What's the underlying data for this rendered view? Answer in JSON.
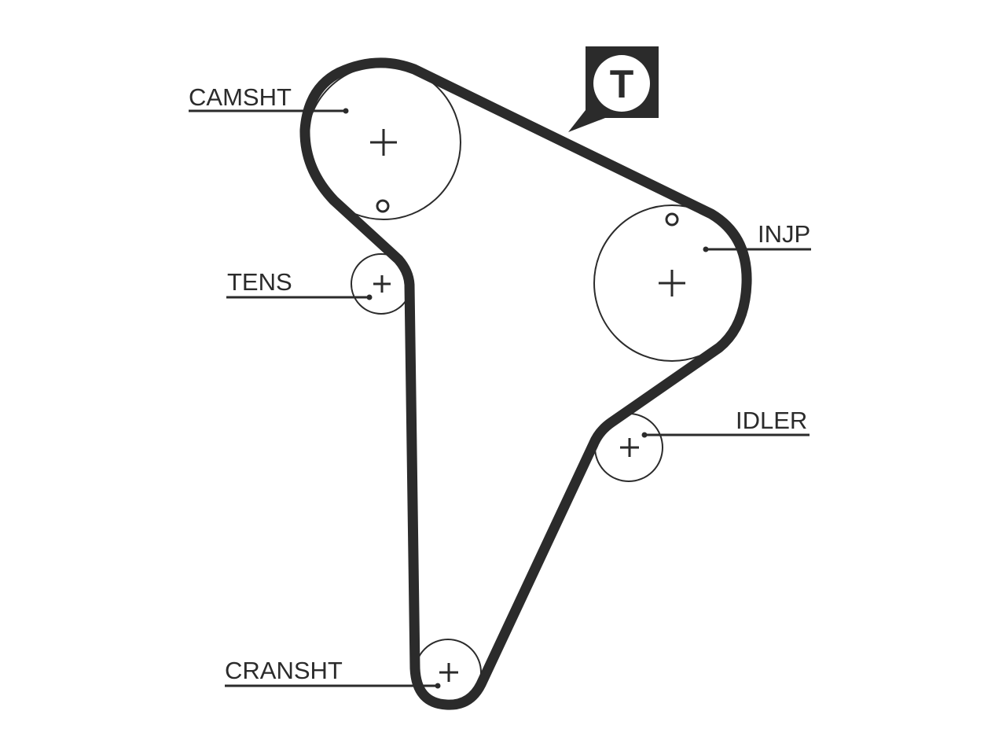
{
  "labels": {
    "camshaft": "CAMSHT",
    "injection_pump": "INJP",
    "tensioner": "TENS",
    "idler": "IDLER",
    "crankshaft": "CRANSHT"
  },
  "badge": {
    "letter": "T"
  },
  "colors": {
    "ink": "#2b2b2b",
    "background": "#ffffff"
  }
}
